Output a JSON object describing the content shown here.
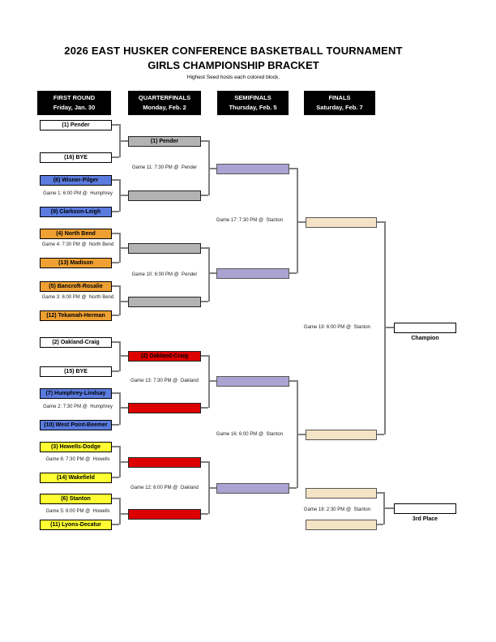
{
  "page": {
    "title1": "2026 EAST HUSKER CONFERENCE BASKETBALL TOURNAMENT",
    "title2": "GIRLS CHAMPIONSHIP BRACKET",
    "note": "Highest Seed hosts each colored block."
  },
  "rounds": [
    {
      "label": "FIRST ROUND",
      "date": "Friday, Jan. 30"
    },
    {
      "label": "QUARTERFINALS",
      "date": "Monday, Feb. 2"
    },
    {
      "label": "SEMIFINALS",
      "date": "Thursday, Feb. 5"
    },
    {
      "label": "FINALS",
      "date": "Saturday, Feb. 7"
    }
  ],
  "teams": [
    "(1) Pender",
    "(16) BYE",
    "(8) Wisner-Pilger",
    "(9) Clarkson-Leigh",
    "(4) North Bend",
    "(13) Madison",
    "(5) Bancroft-Rosalie",
    "(12) Tekamah-Herman",
    "(2) Oakland-Craig",
    "(15) BYE",
    "(7) Humphrey-Lindsay",
    "(10) West Point-Beemer",
    "(3) Howells-Dodge",
    "(14) Wakefield",
    "(6) Stanton",
    "(11) Lyons-Decatur"
  ],
  "advancers": {
    "qf1": "(1) Pender",
    "qf5": "(2) Oakland-Craig"
  },
  "games": {
    "g1": "Game 1: 6:00 PM @  Humphrey",
    "g2": "Game 2: 7:30 PM @  Humphrey",
    "g3": "Game 3: 6:00 PM @  North Bend",
    "g4": "Game 4: 7:30 PM @  North Bend",
    "g5": "Game 5: 6:00 PM @  Howells",
    "g6": "Game 6: 7:30 PM @  Howells",
    "g10": "Game 10: 6:00 PM @  Pender",
    "g11": "Game 11: 7:30 PM @  Pender",
    "g12": "Game 12: 6:00 PM @  Oakland",
    "g13": "Game 13: 7:30 PM @  Oakland",
    "g16": "Game 16: 6:00 PM @  Stanton",
    "g17": "Game 17: 7:30 PM @  Stanton",
    "g18": "Game 18: 2:30 PM @  Stanton",
    "g19": "Game 19: 6:00 PM @  Stanton"
  },
  "results": {
    "champion": "Champion",
    "third_place": "3rd Place"
  },
  "colors": {
    "header_bg": "#000000",
    "white_block": "#ffffff",
    "blue_block": "#5b7bdf",
    "orange_block": "#eea033",
    "yellow_block": "#ffff33",
    "gray_block": "#b3b3b3",
    "red_block": "#dd0000",
    "purple_block": "#aba3d1",
    "tan_block": "#f5e3c6",
    "line": "#7f7f7f"
  }
}
